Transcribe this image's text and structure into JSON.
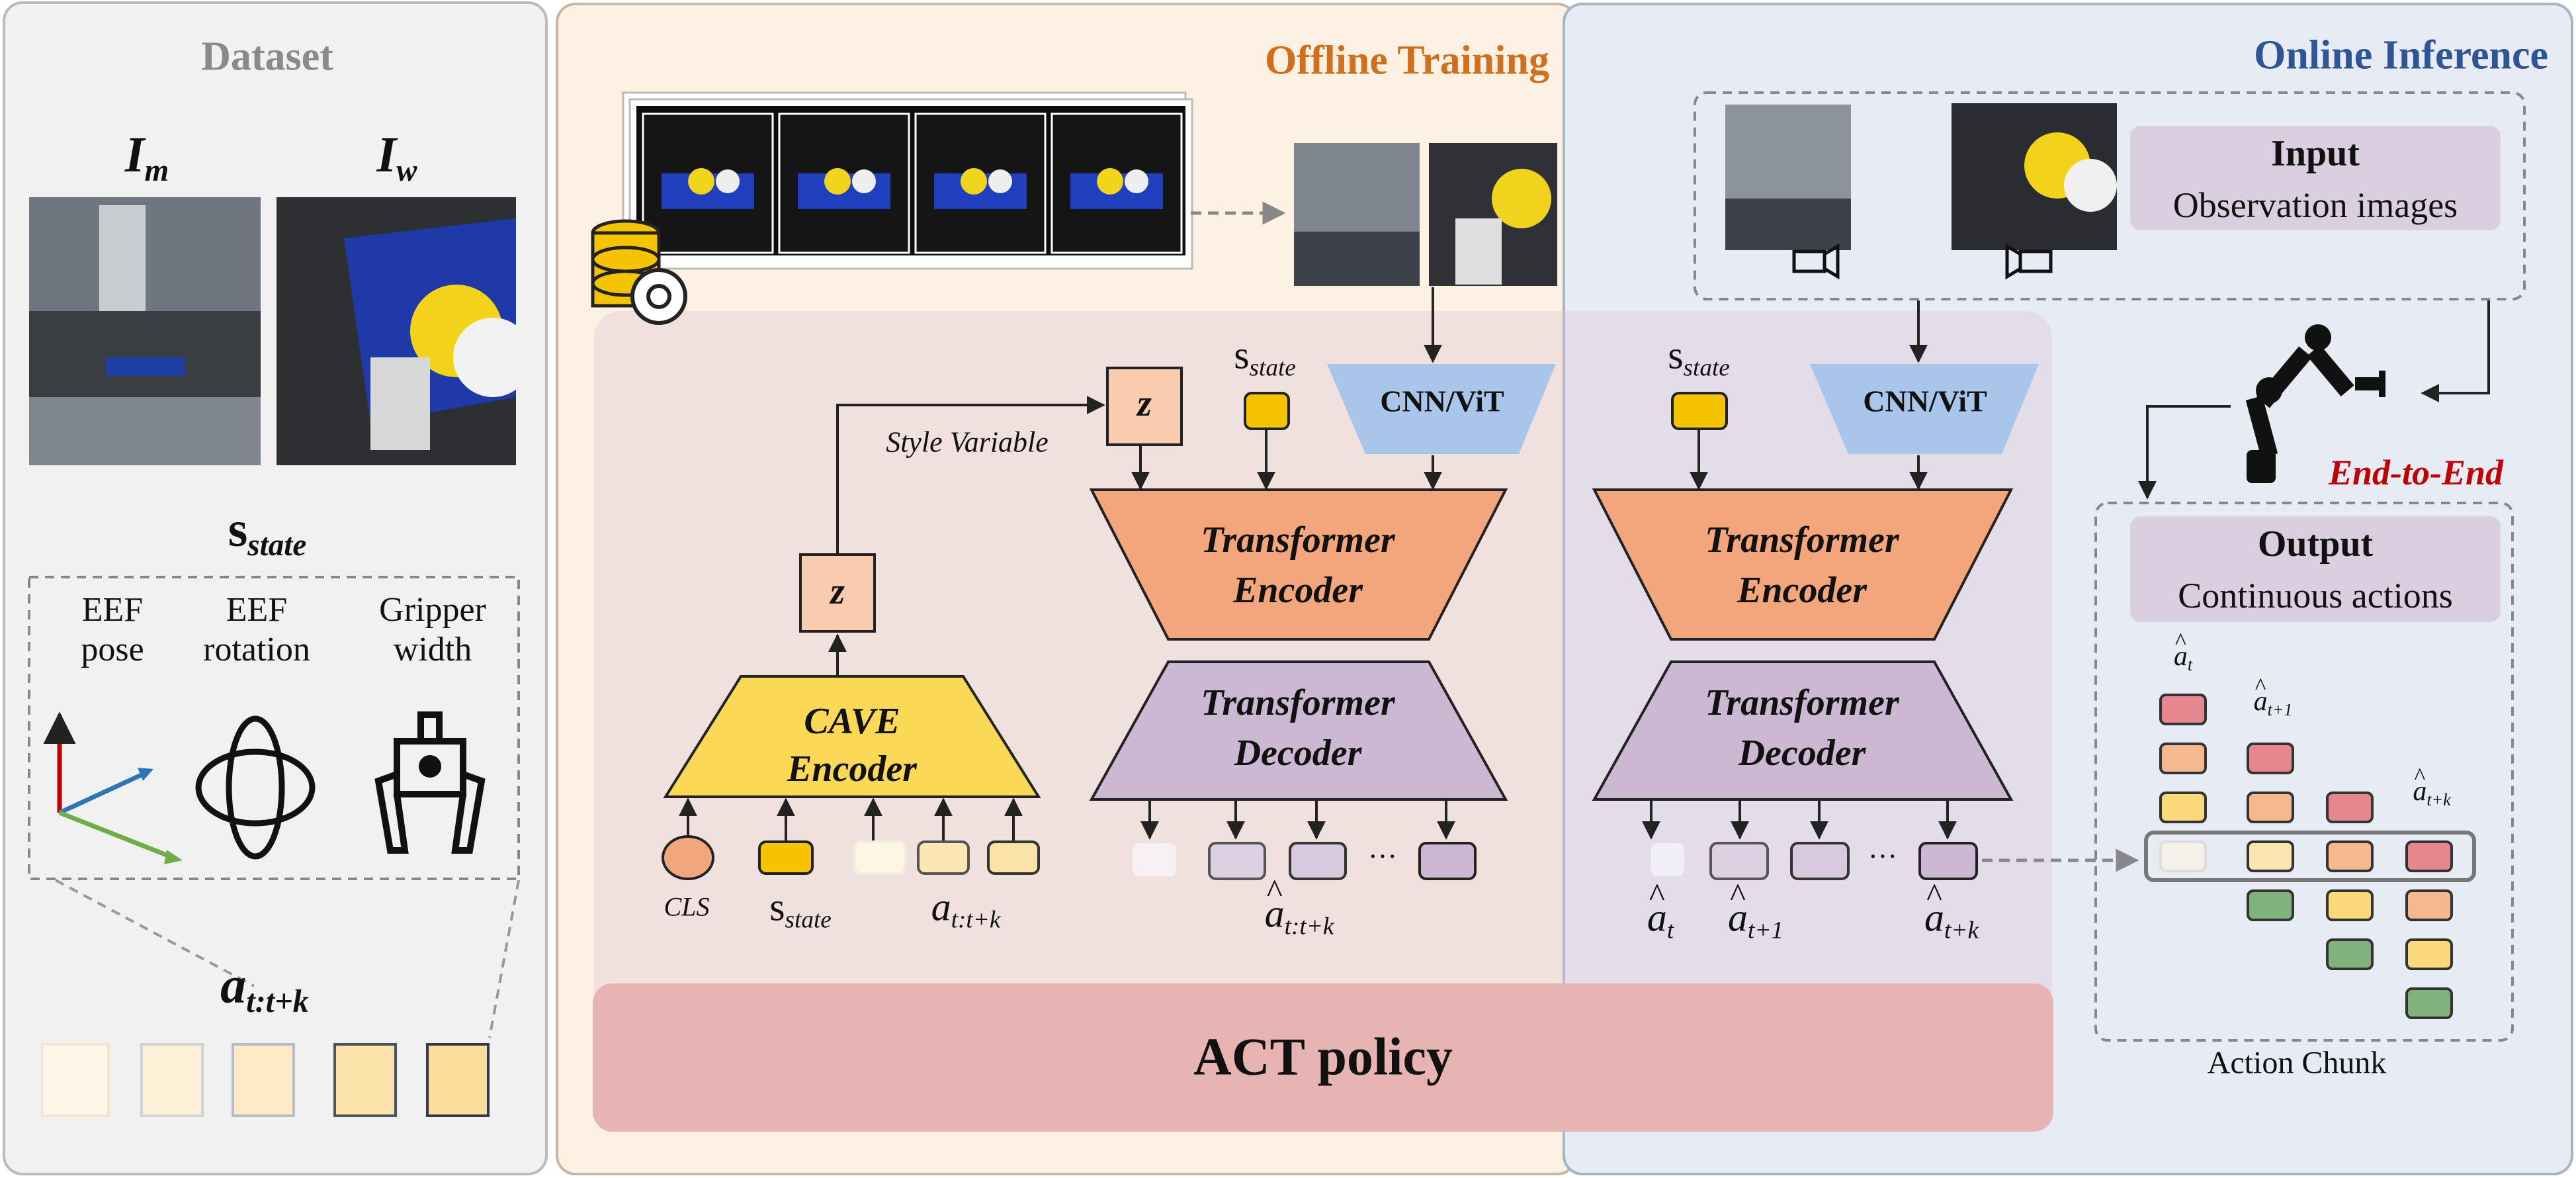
{
  "panels": {
    "dataset": {
      "title": "Dataset",
      "img_m_label": "I",
      "img_m_sub": "m",
      "img_w_label": "I",
      "img_w_sub": "w",
      "state_label": "s",
      "state_sub": "state",
      "state_items": [
        {
          "line1": "EEF",
          "line2": "pose"
        },
        {
          "line1": "EEF",
          "line2": "rotation"
        },
        {
          "line1": "Gripper",
          "line2": "width"
        }
      ],
      "action_label": "a",
      "action_sub": "t:t+k"
    },
    "offline": {
      "title": "Offline Training",
      "style_variable": "Style Variable",
      "z": "z",
      "cave_line1": "CAVE",
      "cave_line2": "Encoder",
      "cls": "CLS",
      "sstate": "s",
      "sstate_sub": "state",
      "a_label": "a",
      "a_sub": "t:t+k",
      "cnn": "CNN/ViT",
      "enc_line1": "Transformer",
      "enc_line2": "Encoder",
      "dec_line1": "Transformer",
      "dec_line2": "Decoder",
      "ahat": "a",
      "ahat_sub": "t:t+k",
      "dots": "···"
    },
    "online": {
      "title": "Online Inference",
      "input_title": "Input",
      "input_desc": "Observation images",
      "sstate": "s",
      "sstate_sub": "state",
      "cnn": "CNN/ViT",
      "enc_line1": "Transformer",
      "enc_line2": "Encoder",
      "dec_line1": "Transformer",
      "dec_line2": "Decoder",
      "end_to_end": "End-to-End",
      "output_title": "Output",
      "output_desc": "Continuous actions",
      "ahat_t_sub": "t",
      "ahat_t1_sub": "t+1",
      "ahat_tk_sub": "t+k",
      "a": "a",
      "dots": "···",
      "action_chunk": "Action Chunk"
    },
    "act_policy": "ACT policy"
  },
  "colors": {
    "offline_bg": "#fdf1e3",
    "online_bg": "#e6ebf4",
    "encoder": "#f3a57b",
    "decoder": "#cdb8d4",
    "cave": "#fbd957",
    "cnn": "#a9c5ea",
    "act": "#e8b3b3",
    "offline_title": "#d0701f",
    "online_title": "#2f5597",
    "end_to_end": "#c00000"
  }
}
